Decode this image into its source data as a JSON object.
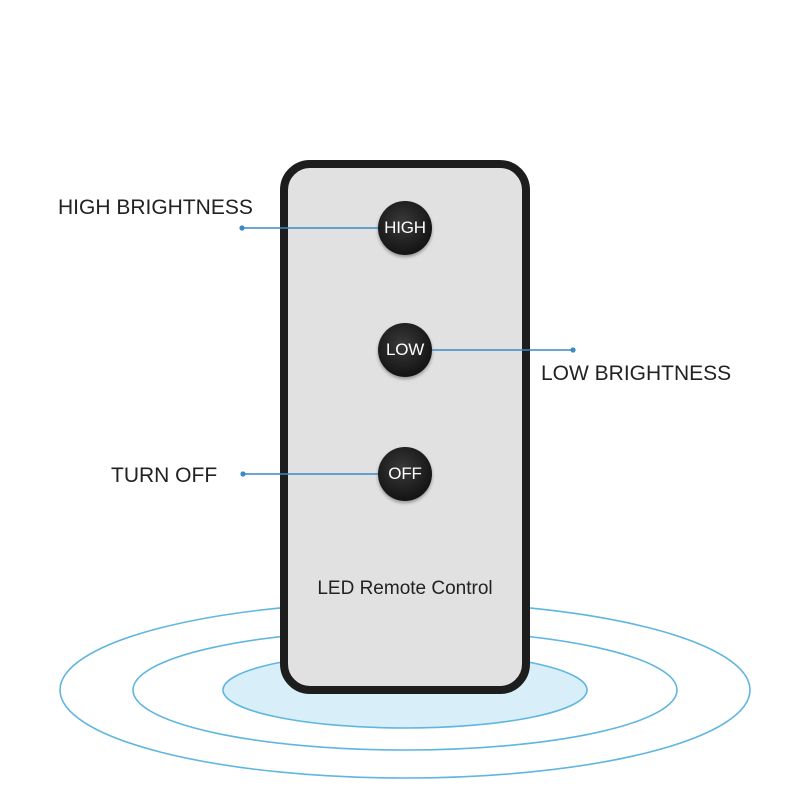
{
  "remote": {
    "title": "LED Remote Control",
    "buttons": {
      "high": "HIGH",
      "low": "LOW",
      "off": "OFF"
    }
  },
  "callouts": {
    "high": "HIGH BRIGHTNESS",
    "low": "LOW BRIGHTNESS",
    "off": "TURN OFF"
  },
  "colors": {
    "signal_wave": "#5fb6e0",
    "signal_fill": "#d8eff9",
    "leader_line": "#3a8ac4",
    "remote_body": "#e1e1e1",
    "remote_border": "#1d1d1d",
    "button": "#151515"
  }
}
